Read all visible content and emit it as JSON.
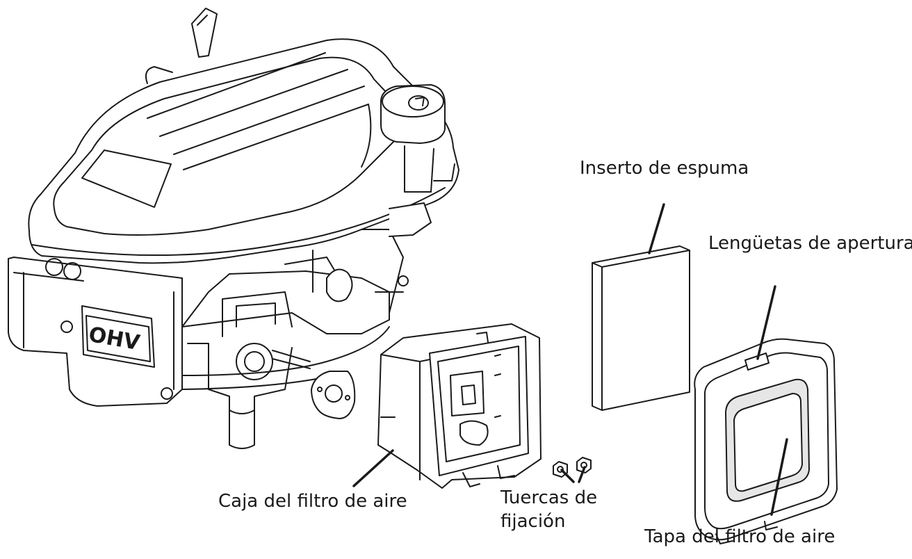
{
  "labels": {
    "foam_insert": "Inserto de espuma",
    "opening_tabs": "Lengüetas de apertura",
    "air_filter_box": "Caja del filtro de aire",
    "mounting_nuts_line1": "Tuercas de",
    "mounting_nuts_line2": "fijación",
    "air_filter_cover": "Tapa del filtro de aire"
  },
  "engine_badge": "OHV",
  "colors": {
    "line": "#1a1a1a",
    "fill": "#ffffff",
    "shade": "#e6e6e6"
  }
}
